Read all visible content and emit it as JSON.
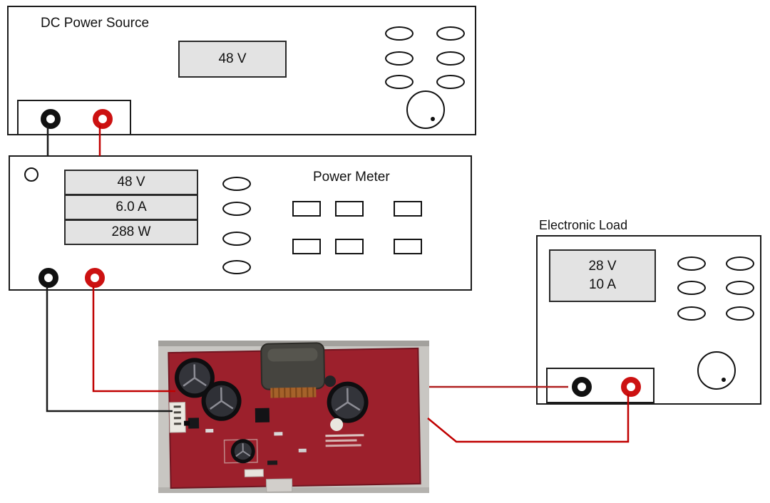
{
  "dc_power_source": {
    "title": "DC Power Source",
    "display": "48 V"
  },
  "power_meter": {
    "title": "Power Meter",
    "voltage": "48 V",
    "current": "6.0 A",
    "power": "288 W"
  },
  "electronic_load": {
    "title": "Electronic Load",
    "voltage": "28 V",
    "current": "10 A"
  },
  "colors": {
    "wire_red": "#c00000",
    "wire_black": "#1a1a1a",
    "display_bg": "#e3e3e3",
    "panel_border": "#1b1b1b",
    "terminal_red": "#cc1111",
    "board_red": "#9c202c"
  }
}
